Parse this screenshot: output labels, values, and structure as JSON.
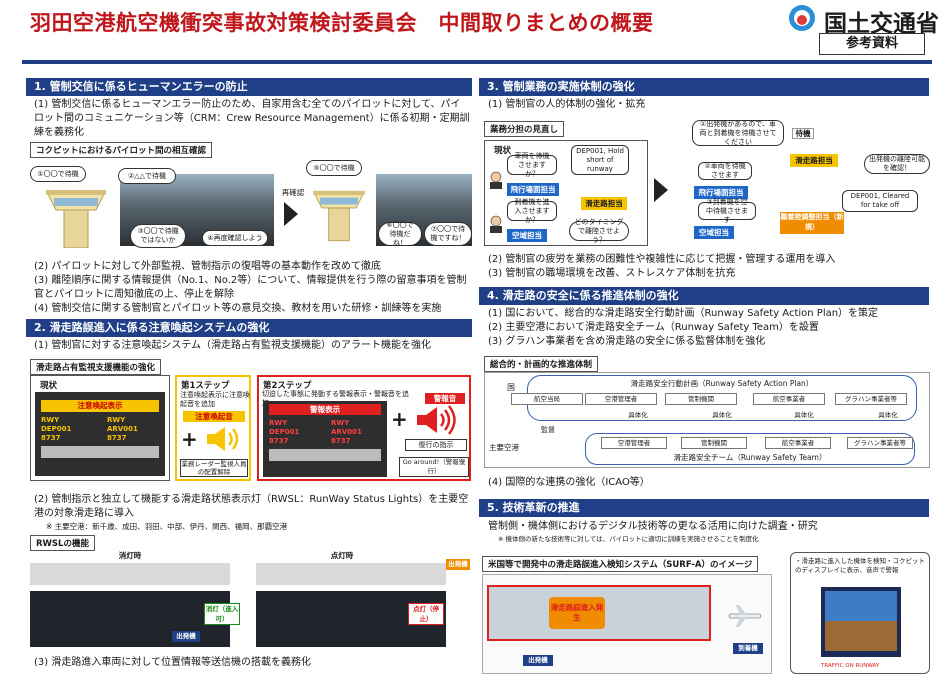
{
  "header": {
    "title": "羽田空港航空機衝突事故対策検討委員会　中間取りまとめの概要",
    "ministry": "国土交通省",
    "ref_label": "参考資料"
  },
  "sec1": {
    "heading": "1. 管制交信に係るヒューマンエラーの防止",
    "item1": "(1) 管制交信に係るヒューマンエラー防止のため、自家用含む全てのパイロットに対して、パイロット間のコミュニケーション等（CRM：Crew Resource Management）に係る初期・定期訓練を義務化",
    "fig_label": "コクピットにおけるパイロット間の相互確認",
    "bubble_tower_left": "①〇〇で待機",
    "bubble_pilot_a": "②△△で待機",
    "bubble_pilot_b": "③〇〇で待機ではないか",
    "bubble_pilot_c": "④再度確認しよう",
    "recheck": "再確認",
    "bubble_tower_right": "⑤〇〇で待機",
    "bubble_pilot_d": "⑥〇〇で待機だね！",
    "bubble_pilot_e": "⑦〇〇で待機ですね！",
    "item2": "(2) パイロットに対して外部監視、管制指示の復唱等の基本動作を改めて徹底",
    "item3": "(3) 離陸順序に関する情報提供（No.1、No.2等）について、情報提供を行う際の留意事項を管制官とパイロットに周知徹底の上、停止を解除",
    "item4": "(4) 管制交信に関する管制官とパイロット等の意見交換、教材を用いた研修・訓練等を実施"
  },
  "sec2": {
    "heading": "2. 滑走路誤進入に係る注意喚起システムの強化",
    "item1": "(1) 管制官に対する注意喚起システム（滑走路占有監視支援機能）のアラート機能を強化",
    "fig_label": "滑走路占有監視支援機能の強化",
    "current": "現状",
    "current_alert": "注意喚起表示",
    "rwy": "RWY",
    "dep": "DEP001",
    "dep_no": "8737",
    "arv": "ARV001",
    "arv_no": "8737",
    "step1": "第1ステップ",
    "step1_desc": "注意喚起表示に注意喚起音を追加",
    "step1_badge": "注意喚起音",
    "step1_note": "業務レーダー監視人員の配置解除",
    "step2": "第2ステップ",
    "step2_desc": "切迫した事態に発動する警報表示・警報音を追加",
    "step2_alert": "警報表示",
    "step2_sound": "警報音",
    "step2_instr": "復行の指示",
    "step2_goaround": "Go around!（警報復行）",
    "item2": "(2) 管制指示と独立して機能する滑走路状態表示灯（RWSL：RunWay Status Lights）を主要空港の対象滑走路に導入",
    "item2_note": "※ 主要空港：新千歳、成田、羽田、中部、伊丹、関西、福岡、那覇空港",
    "rwsl_label": "RWSLの機能",
    "rwsl_off": "消灯時",
    "rwsl_on": "点灯時",
    "rwsl_off_state": "消灯（進入可）",
    "rwsl_on_state": "点灯（停止）",
    "departing": "出発機",
    "item3": "(3) 滑走路進入車両に対して位置情報等送信機の搭載を義務化"
  },
  "sec3": {
    "heading": "3. 管制業務の実施体制の強化",
    "item1": "(1) 管制官の人的体制の強化・拡充",
    "fig_label": "業務分担の見直し",
    "current": "現状",
    "q1": "車両を待機させますか？",
    "q2": "到着機を進入させますか？",
    "ground": "飛行場面担当",
    "air": "空域担当",
    "runway": "滑走路担当",
    "dep_hold": "DEP001, Hold short of runway",
    "timing": "どのタイミングで離陸させよう？",
    "after_bubble": "①出発機があるので、車両と到着機を待機させてください",
    "a2": "②車両を待機させます",
    "a3": "③到着機を空中待機させます",
    "runway2": "滑走路担当",
    "dep_clear": "DEP001, Cleared for take off",
    "confirm": "出発機の離陸可能を確認！",
    "waiting": "待機",
    "coord": "離着陸調整担当（新規）",
    "item2": "(2) 管制官の疲労を業務の困難性や複雑性に応じて把握・管理する運用を導入",
    "item3": "(3) 管制官の職場環境を改善、ストレスケア体制を抗充"
  },
  "sec4": {
    "heading": "4. 滑走路の安全に係る推進体制の強化",
    "item1": "(1) 国において、総合的な滑走路安全行動計画（Runway Safety Action Plan）を策定",
    "item2": "(2) 主要空港において滑走路安全チーム（Runway Safety Team）を設置",
    "item3": "(3) グラハン事業者を含め滑走路の安全に係る監督体制を強化",
    "fig_label": "総合的・計画的な推進体制",
    "nation": "国",
    "plan": "滑走路安全行動計画（Runway Safety Action Plan）",
    "top_boxes": [
      "航空当局",
      "空港管理者",
      "管制機関",
      "航空事業者",
      "グラハン事業者等"
    ],
    "supervise": "監督",
    "concretize": "具体化",
    "major": "主要空港",
    "bottom_boxes": [
      "空港管理者",
      "管制機関",
      "航空事業者",
      "グラハン事業者等"
    ],
    "team": "滑走路安全チーム（Runway Safety Team）",
    "item4": "(4) 国際的な連携の強化（ICAO等）"
  },
  "sec5": {
    "heading": "5. 技術革新の推進",
    "item1": "管制側・機体側におけるデジタル技術等の更なる活用に向けた調査・研究",
    "item1_note": "※ 機体側の新たな技術等に対しては、パイロットに適切に訓練を実施させることを制度化",
    "fig_label": "米国等で開発中の滑走路誤進入検知システム（SURF-A）のイメージ",
    "intrusion": "滑走路誤進入発生",
    "departing": "出発機",
    "arriving": "到着機",
    "cockpit_note": "・滑走路に進入した機体を検知・コクピットのディスプレイに表示、音声で警報",
    "traffic": "TRAFFIC ON RUNWAY"
  },
  "colors": {
    "title_red": "#c0171c",
    "navy": "#1f3f86",
    "blue": "#1e67c8",
    "alert_red": "#e02020",
    "yellow": "#f6c400"
  }
}
